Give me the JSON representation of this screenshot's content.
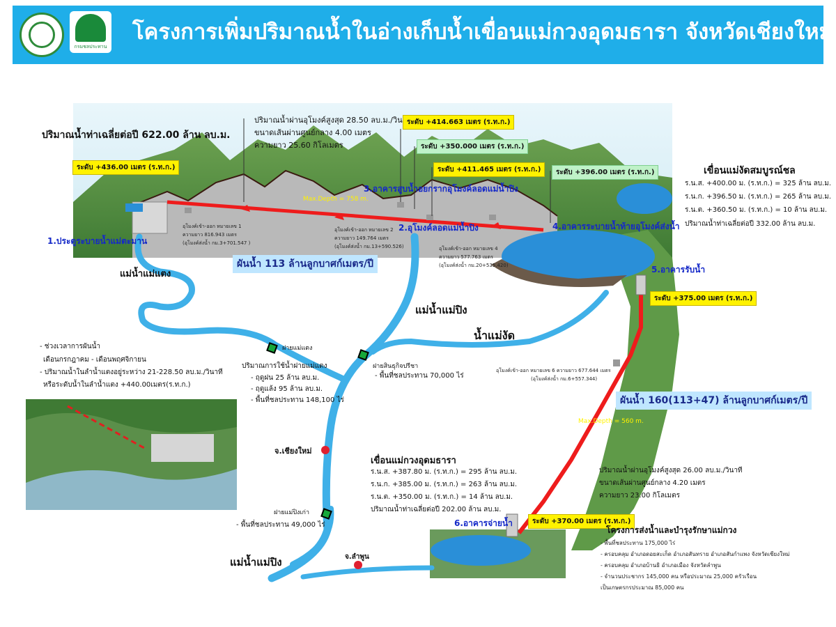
{
  "header": {
    "title": "โครงการเพิ่มปริมาณน้ำในอ่างเก็บน้ำเขื่อนแม่กวงอุดมธารา  จังหวัดเชียงใหม่",
    "logo2_caption": "กรมชลประทาน"
  },
  "colors": {
    "header": "#1faee9",
    "river": "#3fb0e8",
    "tunnel": "#ee1c1c",
    "label_yellow": "#fff200",
    "label_green": "#bff2c8"
  },
  "tunnel_info": {
    "avg_annual": "ปริมาณน้ำท่าเฉลี่ยต่อปี 622.00 ล้าน ลบ.ม.",
    "max_flow": "ปริมาณน้ำผ่านอุโมงค์สูงสุด  28.50 ลบ.ม./วินาที",
    "diameter": "ขนาดเส้นผ่านศูนย์กลาง          4.00  เมตร",
    "length": "ความยาว                           25.60  กิโลเมตร"
  },
  "levels": {
    "l436": "ระดับ +436.00 เมตร (ร.ท.ก.)",
    "l414": "ระดับ +414.663 เมตร (ร.ท.ก.)",
    "l350": "ระดับ +350.000 เมตร (ร.ท.ก.)",
    "l411": "ระดับ +411.465 เมตร (ร.ท.ก.)",
    "l396": "ระดับ +396.00 เมตร (ร.ท.ก.)",
    "l375": "ระดับ +375.00 เมตร (ร.ท.ก.)",
    "l370": "ระดับ +370.00 เมตร (ร.ท.ก.)"
  },
  "structures": {
    "s1": "1.ประตูระบายน้ำแม่ตะมาน",
    "s2": "2.อุโมงค์ลอดแม่น้ำปิง",
    "s3": "3.อาคารสูบน้ำอยกรากอุโมงค์ลอดแม่น้ำปิง",
    "s4": "4.อาคารระบายน้ำท้ายอุโมงค์ส่งน้ำ",
    "s5": "5.อาคารรับน้ำ",
    "s6": "6.อาคารจ่ายน้ำ"
  },
  "depth": {
    "d1": "Max.Depth = 758 m.",
    "d2": "Max.Depth = 560 m."
  },
  "tunnel_small": {
    "a1": "อุโมงค์เข้า-ออก หมายเลข 1",
    "a2": "ความยาว  816.943 เมตร",
    "a3": "(อุโมงค์ส่งน้ำ  กม.3+701.547 )",
    "b1": "อุโมงค์เข้า-ออก หมายเลข 2",
    "b2": "ความยาว  149.764 เมตร",
    "b3": "(อุโมงค์ส่งน้ำ กม.13+590.526)",
    "c1": "อุโมงค์เข้า-ออก หมายเลข 4",
    "c2": "ความยาว  577.763 เมตร",
    "c3": "(อุโมงค์ส่งน้ำ  กม.20+535.420)",
    "d1": "อุโมงค์เข้า-ออก หมายเลข 6   ความยาว  677.644  เมตร",
    "d2": "(อุโมงค์ส่งน้ำ  กม.6+557.344)"
  },
  "flows": {
    "f1": "ผันน้ำ 113 ล้านลูกบาศก์เมตร/ปี",
    "f2": "ผันน้ำ 160(113+47) ล้านลูกบาศก์เมตร/ปี"
  },
  "rivers": {
    "r1": "แม่น้ำแม่แตง",
    "r2": "แม่น้ำแม่ปิง",
    "r3": "น้ำแม่งัด",
    "r4": "แม่น้ำแม่ปิง"
  },
  "ngat_dam": {
    "title": "เขื่อนแม่งัดสมบูรณ์ชล",
    "l1": "ร.น.ส. +400.00 ม. (ร.ท.ก.) = 325 ล้าน ลบ.ม.",
    "l2": "ร.น.ก. +396.50 ม. (ร.ท.ก.) = 265 ล้าน ลบ.ม.",
    "l3": "ร.น.ต. +360.50 ม. (ร.ท.ก.) =   10 ล้าน ลบ.ม.",
    "l4": "ปริมาณน้ำท่าเฉลี่ยต่อปี 332.00 ล้าน ลบ.ม."
  },
  "schedule": {
    "l1": "- ช่วงเวลาการผันน้ำ",
    "l2": "เดือนกรกฎาคม - เดือนพฤศจิกายน",
    "l3": "- ปริมาณน้ำในลำน้ำแตงอยู่ระหว่าง 21-228.50 ลบ.ม./วินาที",
    "l4": "หรือระดับน้ำในลำน้ำแตง +440.00เมตร(ร.ท.ก.)"
  },
  "mae_taeng_weir": {
    "name": "ฝายแม่แตง",
    "l1": "ปริมาณการใช้น้ำฝายแม่แตง",
    "l2": "- ฤดูฝน  25  ล้าน ลบ.ม.",
    "l3": "- ฤดูแล้ง 95  ล้าน ลบ.ม.",
    "l4": "- พื้นที่ชลประทาน 148,100 ไร่"
  },
  "sirikit_weir": {
    "name": "ฝายสินธุกิจปรีชา",
    "l1": "- พื้นที่ชลประทาน 70,000 ไร่"
  },
  "old_weir": {
    "name": "ฝายแม่ปิงเก่า",
    "l1": "- พื้นที่ชลประทาน  49,000 ไร่"
  },
  "cities": {
    "c1": "จ.เชียงใหม่",
    "c2": "จ.ลำพูน"
  },
  "kuang_dam": {
    "title": "เขื่อนแม่กวงอุดมธารา",
    "l1": "ร.น.ส. +387.80 ม. (ร.ท.ก.) = 295 ล้าน ลบ.ม.",
    "l2": "ร.น.ก. +385.00 ม. (ร.ท.ก.) = 263 ล้าน ลบ.ม.",
    "l3": "ร.น.ต. +350.00 ม. (ร.ท.ก.) =   14 ล้าน ลบ.ม.",
    "l4": "ปริมาณน้ำท่าเฉลี่ยต่อปี 202.00 ล้าน ลบ.ม."
  },
  "tunnel2_info": {
    "l1": "ปริมาณน้ำผ่านอุโมงค์สูงสุด  26.00 ลบ.ม./วินาที",
    "l2": "ขนาดเส้นผ่านศูนย์กลาง          4.20  เมตร",
    "l3": "ความยาว                           23.00  กิโลเมตร"
  },
  "maintenance": {
    "title": "โครงการส่งน้ำและบำรุงรักษาแม่กวง",
    "l1": "- พื้นที่ชลประทาน  175,000  ไร่",
    "l2": "- ครอบคลุม อำเภอดอยสะเก็ด  อำเภอสันทราย  อำเภอสันกำแพง  จังหวัดเชียงใหม่",
    "l3": "- ครอบคลุม อำเภอบ้านธิ  อำเภอเมือง  จังหวัดลำพูน",
    "l4": "- จำนวนประชากร 145,000  คน  หรือประมาณ  25,000  ครัวเรือน",
    "l5": "  เป็นเกษตรกรประมาณ  85,000  คน"
  }
}
